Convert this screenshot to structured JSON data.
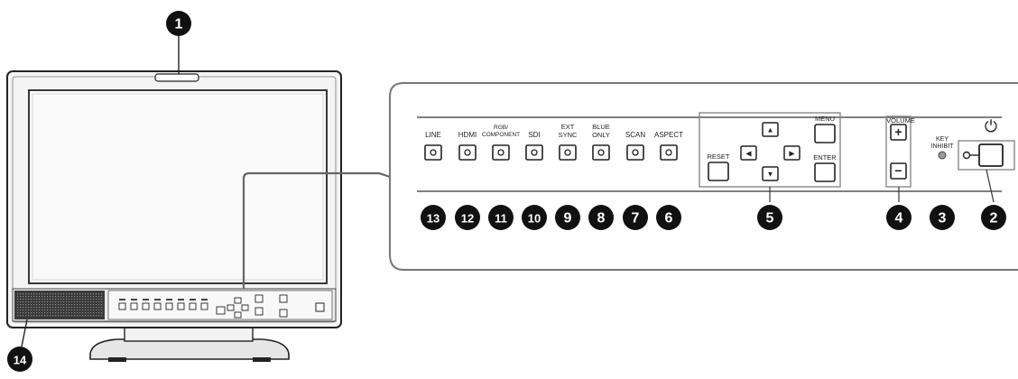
{
  "callouts": [
    {
      "id": "1",
      "label": "1"
    },
    {
      "id": "2",
      "label": "2"
    },
    {
      "id": "3",
      "label": "3"
    },
    {
      "id": "4",
      "label": "4"
    },
    {
      "id": "5",
      "label": "5"
    },
    {
      "id": "6",
      "label": "6"
    },
    {
      "id": "7",
      "label": "7"
    },
    {
      "id": "8",
      "label": "8"
    },
    {
      "id": "9",
      "label": "9"
    },
    {
      "id": "10",
      "label": "10"
    },
    {
      "id": "11",
      "label": "11"
    },
    {
      "id": "12",
      "label": "12"
    },
    {
      "id": "13",
      "label": "13"
    },
    {
      "id": "14",
      "label": "14"
    }
  ],
  "buttons": {
    "line": {
      "line1": "LINE",
      "line2": ""
    },
    "hdmi": {
      "line1": "HDMI",
      "line2": ""
    },
    "rgb": {
      "line1": "RGB/",
      "line2": "COMPONENT"
    },
    "sdi": {
      "line1": "SDI",
      "line2": ""
    },
    "extsync": {
      "line1": "EXT",
      "line2": "SYNC"
    },
    "blueonly": {
      "line1": "BLUE",
      "line2": "ONLY"
    },
    "scan": {
      "line1": "SCAN",
      "line2": ""
    },
    "aspect": {
      "line1": "ASPECT",
      "line2": ""
    },
    "reset": "RESET",
    "menu": "MENU",
    "enter": "ENTER",
    "volume": "VOLUME",
    "key_inhibit_1": "KEY",
    "key_inhibit_2": "INHIBIT"
  },
  "symbols": {
    "plus": "+",
    "minus": "−",
    "power": "⏻",
    "arrow_up": "▲",
    "arrow_down": "▼",
    "arrow_left": "◀",
    "arrow_right": "▶"
  }
}
